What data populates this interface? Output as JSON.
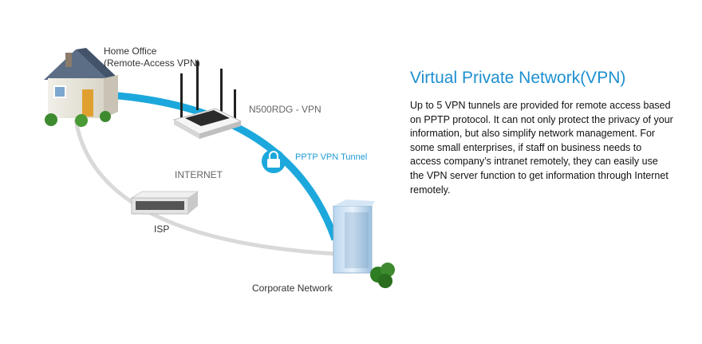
{
  "labels": {
    "home_office_line1": "Home Office",
    "home_office_line2": "(Remote-Access VPN)",
    "router": "N500RDG - VPN",
    "tunnel": "PPTP VPN Tunnel",
    "internet": "INTERNET",
    "isp": "ISP",
    "corporate": "Corporate Network"
  },
  "section": {
    "title": "Virtual Private Network(VPN)",
    "description": "Up to 5 VPN tunnels are provided for remote access based on PPTP protocol. It can not only protect the privacy of your information, but also simplify network management. For some small enterprises, if staff on business needs to access company’s intranet remotely, they can easily use the VPN server function to get information through Internet remotely."
  },
  "colors": {
    "tunnel": "#1ca8dc",
    "internet_path": "#d9d9d9",
    "title": "#1e8fd0"
  },
  "icons": [
    "house-icon",
    "router-icon",
    "lock-icon",
    "isp-server-icon",
    "corporate-building-icon"
  ]
}
